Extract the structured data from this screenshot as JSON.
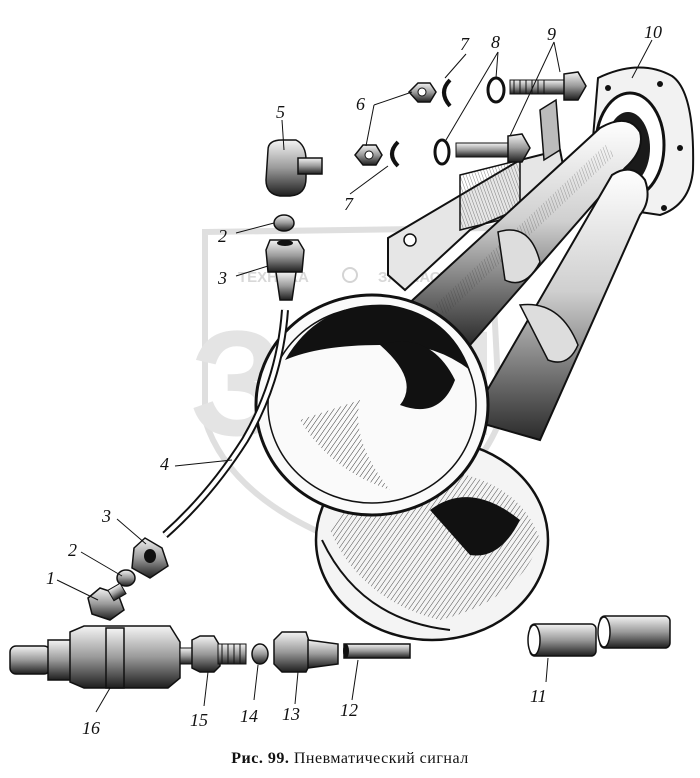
{
  "figure": {
    "caption_prefix": "Рис. 99.",
    "caption_text": "Пневматический сигнал"
  },
  "watermark": {
    "left_text": "ТЕХНИКА",
    "right_text": "ЗАПЧАСТИ",
    "logo_letters": "ЗИЛ"
  },
  "callouts": {
    "c1": "1",
    "c2a": "2",
    "c2b": "2",
    "c3a": "3",
    "c3b": "3",
    "c4": "4",
    "c5": "5",
    "c6": "6",
    "c7a": "7",
    "c7b": "7",
    "c8": "8",
    "c9": "9",
    "c10": "10",
    "c11": "11",
    "c12": "12",
    "c13": "13",
    "c14": "14",
    "c15": "15",
    "c16": "16"
  }
}
